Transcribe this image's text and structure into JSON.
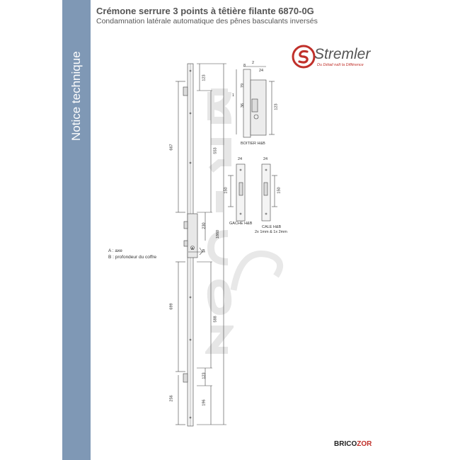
{
  "sidebar": {
    "label": "Notice technique"
  },
  "header": {
    "title": "Crémone serrure 3 points à têtière filante 6870-0G",
    "subtitle": "Condamnation latérale automatique des pênes basculants inversés"
  },
  "brand": {
    "name": "Stremler",
    "tagline": "Du Détail naît la Différence"
  },
  "legend": {
    "line_a": "A : axe",
    "line_b": "B : profondeur du coffre"
  },
  "labels": {
    "boitier": "BOITIER H&B",
    "gache": "GACHE H&B",
    "cale": "CALE H&B",
    "cale_note": "2x 1mm & 1x 2mm"
  },
  "dimensions": {
    "d667": "667",
    "d553": "553",
    "d123a": "123",
    "d230": "230",
    "d1860": "1860",
    "d699": "699",
    "d588": "588",
    "d123b": "123",
    "d256": "256",
    "d196": "196",
    "b79": "79",
    "b123": "123",
    "b36": "36",
    "b24": "24",
    "b8": "8",
    "b2": "2",
    "b1": "1",
    "g24": "24",
    "g150": "150",
    "c24": "24",
    "c150": "150",
    "a": "A",
    "b": "B"
  },
  "footer": {
    "logo_main": "BRICO",
    "logo_accent": "ZOR"
  },
  "colors": {
    "sidebar": "#7f98b5",
    "accent": "#c0302a",
    "ink": "#555555"
  }
}
